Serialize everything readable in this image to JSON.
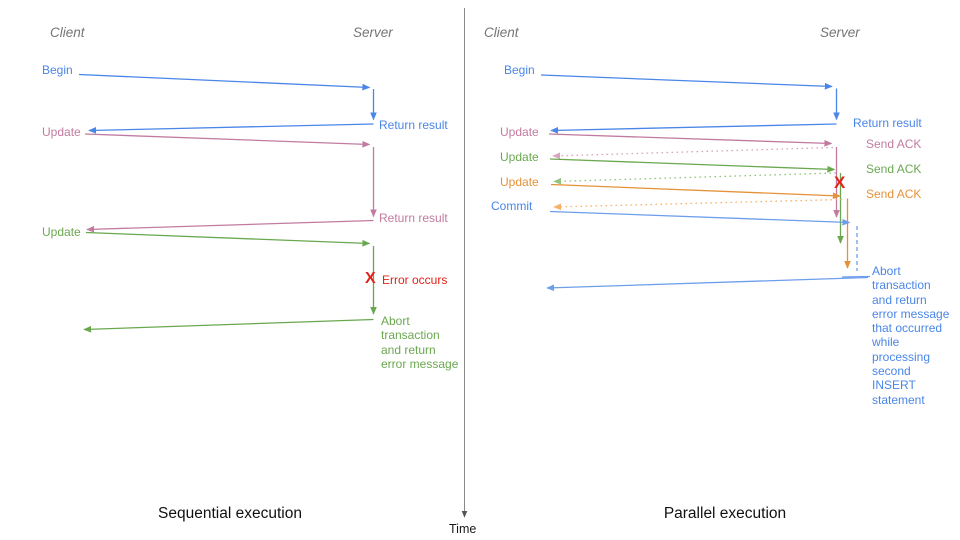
{
  "colors": {
    "blue": "#4a86e8",
    "light_blue": "#6d9eeb",
    "pink": "#c27ba0",
    "light_pink": "#d5a6bd",
    "green": "#6aa84f",
    "light_green": "#93c47d",
    "orange": "#e69138",
    "light_orange": "#f6b26b",
    "red": "#e32119",
    "header_gray": "#757575"
  },
  "time_axis": {
    "label": "Time"
  },
  "sequential": {
    "caption": "Sequential execution",
    "client_header": "Client",
    "server_header": "Server",
    "messages": {
      "begin": "Begin",
      "return_result_1": "Return result",
      "update_1": "Update",
      "return_result_2": "Return result",
      "update_2": "Update",
      "error_marker": "X",
      "error_label": "Error occurs",
      "abort_note": "Abort\ntransaction\nand return\nerror message"
    }
  },
  "parallel": {
    "caption": "Parallel execution",
    "client_header": "Client",
    "server_header": "Server",
    "messages": {
      "begin": "Begin",
      "return_result": "Return result",
      "update_1": "Update",
      "ack_1": "Send ACK",
      "update_2": "Update",
      "ack_2": "Send ACK",
      "update_3": "Update",
      "ack_3": "Send ACK",
      "commit": "Commit",
      "error_marker": "X",
      "abort_note": "Abort\ntransaction\nand return\nerror message\nthat occurred\nwhile\nprocessing\nsecond\nINSERT\nstatement"
    }
  }
}
